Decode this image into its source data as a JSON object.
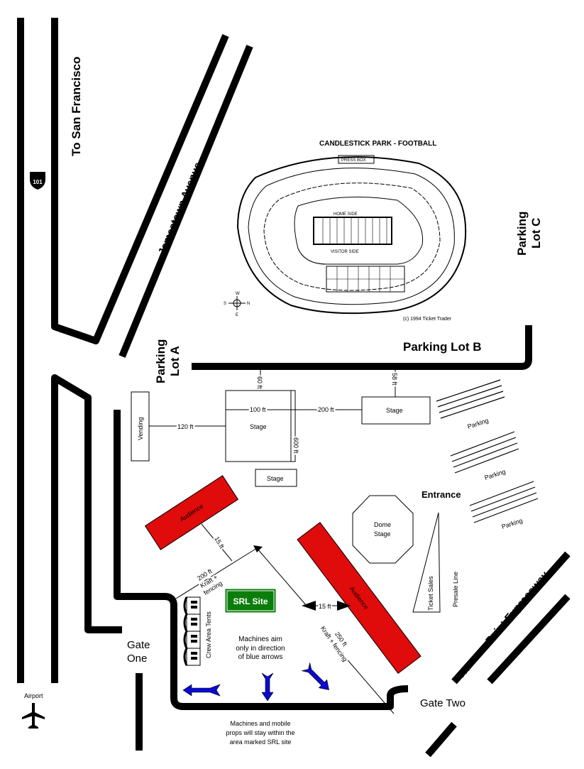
{
  "roads": {
    "to_sf": "To San Francisco",
    "highway_shield": "101",
    "jamestown": "Jamestown Avenue",
    "hunters_point": "Hunters Point Expressway",
    "airport": "Airport"
  },
  "parking": {
    "lot_a": [
      "Parking",
      "Lot A"
    ],
    "lot_b": "Parking Lot B",
    "lot_c": [
      "Parking",
      "Lot C"
    ],
    "parking_label": "Parking"
  },
  "stadium": {
    "title": "CANDLESTICK PARK - FOOTBALL",
    "press_box": "PRESS BOX",
    "home_side": "HOME SIDE",
    "visitor_side": "VISITOR SIDE",
    "copyright": "(c) 1994 Ticket Trader",
    "compass": {
      "w": "W",
      "e": "E",
      "s": "S",
      "n": "N"
    }
  },
  "venue": {
    "vending": "Vending",
    "stage": "Stage",
    "dome_stage": [
      "Dome",
      "Stage"
    ],
    "audience": "Audience",
    "entrance": "Entrance",
    "ticket_sales": "Ticket Sales",
    "presale_line": "Presale Line",
    "crew_tents": "Crew Area Tents",
    "srl_site": "SRL Site",
    "gate_one": [
      "Gate",
      "One"
    ],
    "gate_two": "Gate Two"
  },
  "dimensions": {
    "d60": "60 ft",
    "d58": "58 ft",
    "d100": "100 ft",
    "d200": "200 ft",
    "d120": "120 ft",
    "d600": "600 ft",
    "d15a": "15 ft",
    "d15b": "15 ft",
    "d200k": [
      "200 ft",
      "Kraft +",
      "fencing"
    ],
    "d250k": [
      "250 ft",
      "Kraft + fencing"
    ]
  },
  "notes": {
    "aim": [
      "Machines aim",
      "only in direction",
      "of blue arrows"
    ],
    "stay": [
      "Machines and mobile",
      "props will stay within the",
      "area marked SRL site"
    ]
  },
  "colors": {
    "audience": "#e00b0b",
    "srl": "#0b7d0b",
    "arrows": "#0a0ad0"
  }
}
